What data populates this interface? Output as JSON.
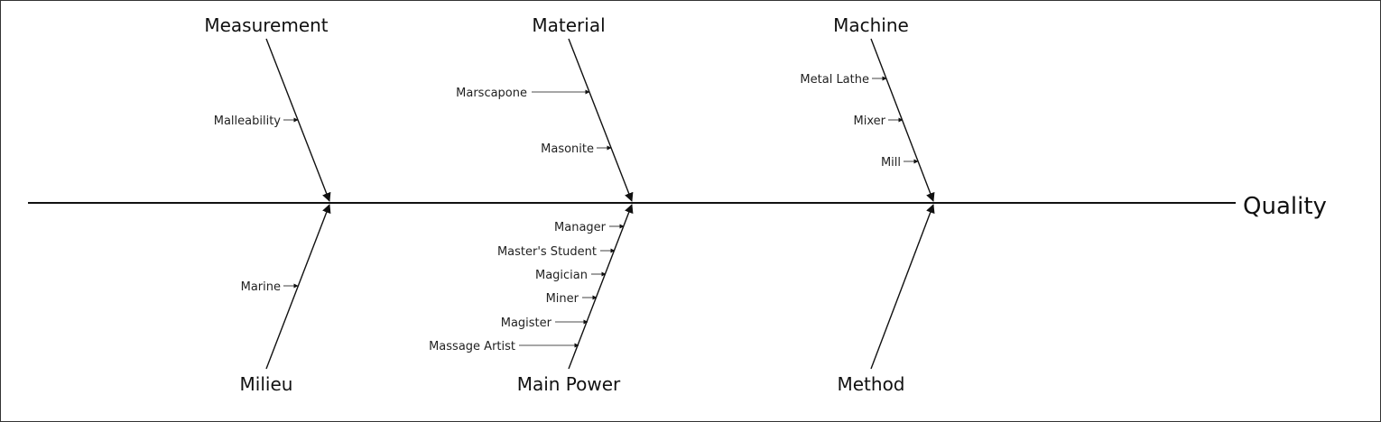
{
  "effect": "Quality",
  "categories": {
    "measurement": {
      "title": "Measurement",
      "causes": [
        "Malleability"
      ]
    },
    "material": {
      "title": "Material",
      "causes": [
        "Marscapone",
        "Masonite"
      ]
    },
    "machine": {
      "title": "Machine",
      "causes": [
        "Metal Lathe",
        "Mixer",
        "Mill"
      ]
    },
    "milieu": {
      "title": "Milieu",
      "causes": [
        "Marine"
      ]
    },
    "main_power": {
      "title": "Main Power",
      "causes": [
        "Manager",
        "Master's Student",
        "Magician",
        "Miner",
        "Magister",
        "Massage Artist"
      ]
    },
    "method": {
      "title": "Method",
      "causes": []
    }
  },
  "colors": {
    "line": "#111111",
    "text": "#222222",
    "border": "#333333"
  }
}
